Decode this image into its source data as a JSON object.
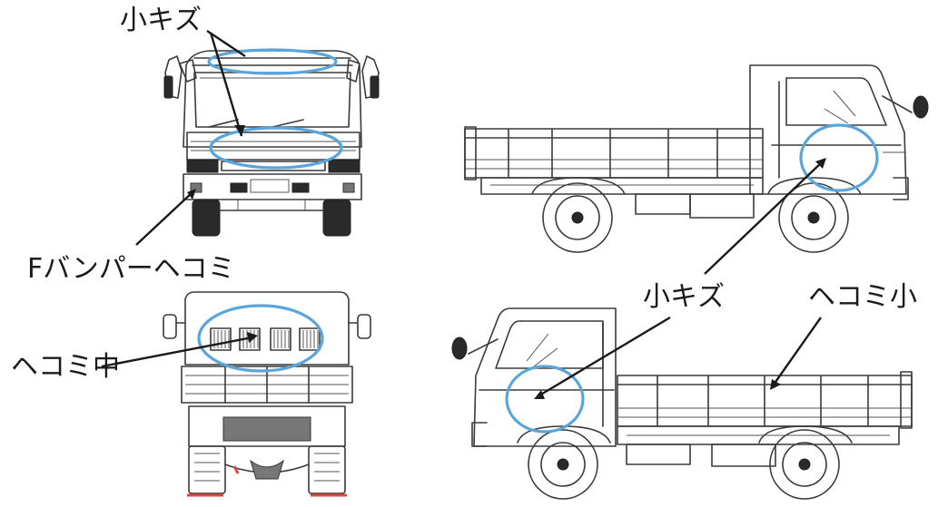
{
  "annotations": {
    "top_scratch": "小キズ",
    "front_bumper_dent": "Fバンパーヘコミ",
    "rear_dent": "ヘコミ中",
    "side_scratch": "小キズ",
    "side_dent": "ヘコミ小"
  },
  "colors": {
    "highlight_oval": "#5aa6dc",
    "arrow": "#1a1a1a",
    "drawing_line": "#3a3a3a",
    "tire_marker": "#e0443a"
  }
}
